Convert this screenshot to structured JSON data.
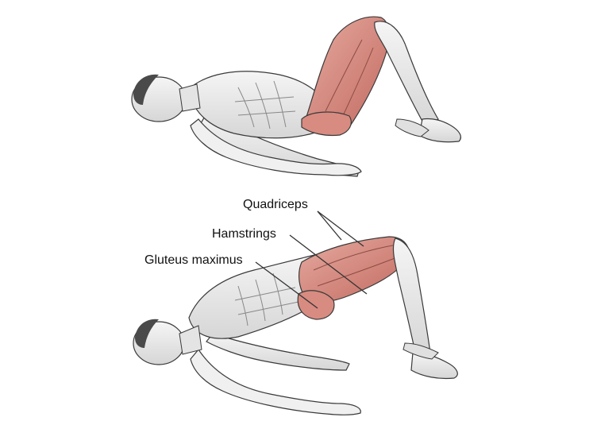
{
  "labels": {
    "quadriceps": "Quadriceps",
    "hamstrings": "Hamstrings",
    "gluteus_maximus": "Gluteus maximus"
  },
  "colors": {
    "background": "#ffffff",
    "skin": "#ececec",
    "outline": "#3a3a3a",
    "muscle": "#d9968c",
    "muscle_dark": "#c46f66",
    "leader_line": "#333333"
  }
}
